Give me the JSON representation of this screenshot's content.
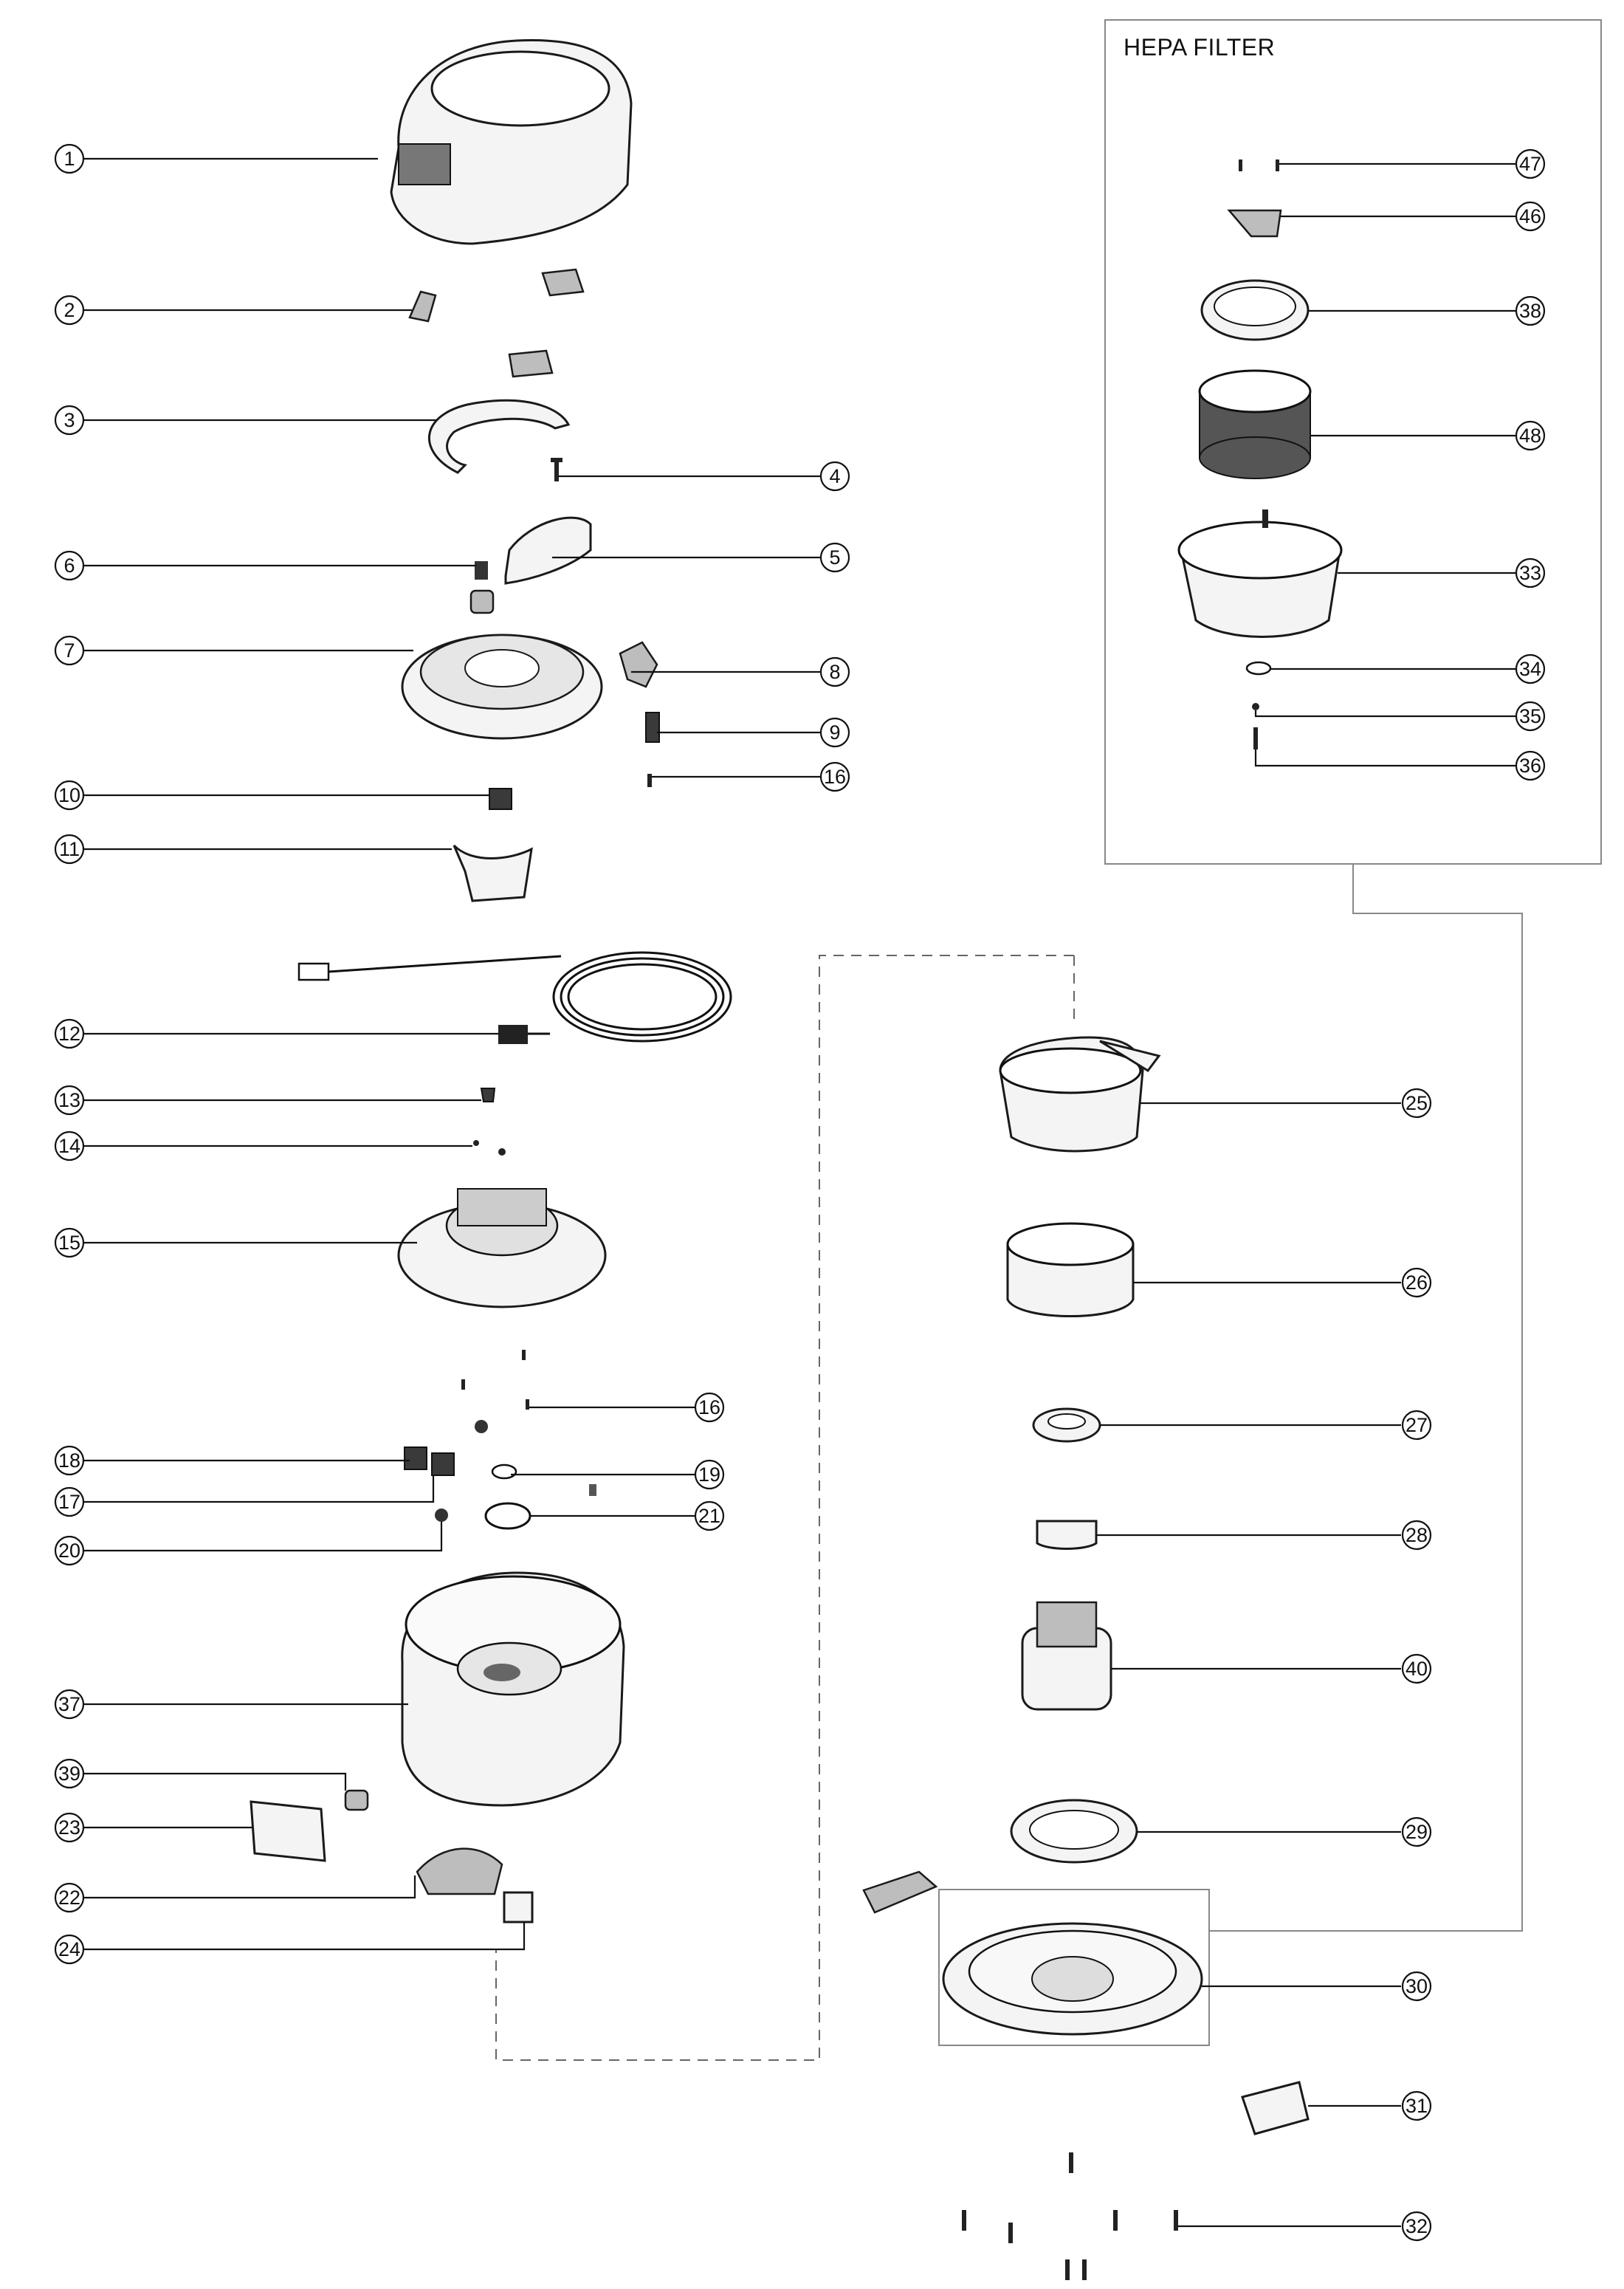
{
  "hepa_filter_box": {
    "title": "HEPA FILTER"
  },
  "callouts": {
    "c1": "1",
    "c2": "2",
    "c3": "3",
    "c4": "4",
    "c5": "5",
    "c6": "6",
    "c7": "7",
    "c8": "8",
    "c9": "9",
    "c10": "10",
    "c11": "11",
    "c12": "12",
    "c13": "13",
    "c14": "14",
    "c15": "15",
    "c16a": "16",
    "c16b": "16",
    "c17": "17",
    "c18": "18",
    "c19": "19",
    "c20": "20",
    "c21": "21",
    "c22": "22",
    "c23": "23",
    "c24": "24",
    "c25": "25",
    "c26": "26",
    "c27": "27",
    "c28": "28",
    "c29": "29",
    "c30": "30",
    "c31": "31",
    "c32": "32",
    "c33": "33",
    "c34": "34",
    "c35": "35",
    "c36": "36",
    "c37": "37",
    "c38": "38",
    "c39": "39",
    "c40": "40",
    "c46": "46",
    "c47": "47",
    "c48": "48"
  }
}
